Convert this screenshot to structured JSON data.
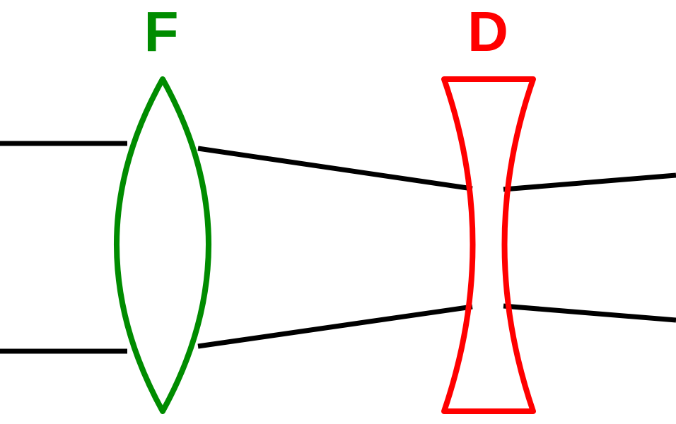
{
  "diagram": {
    "converging_lens": {
      "label": "F",
      "color": "#008c00",
      "type": "converging"
    },
    "diverging_lens": {
      "label": "D",
      "color": "#ff0000",
      "type": "diverging"
    },
    "ray_color": "#000000"
  }
}
